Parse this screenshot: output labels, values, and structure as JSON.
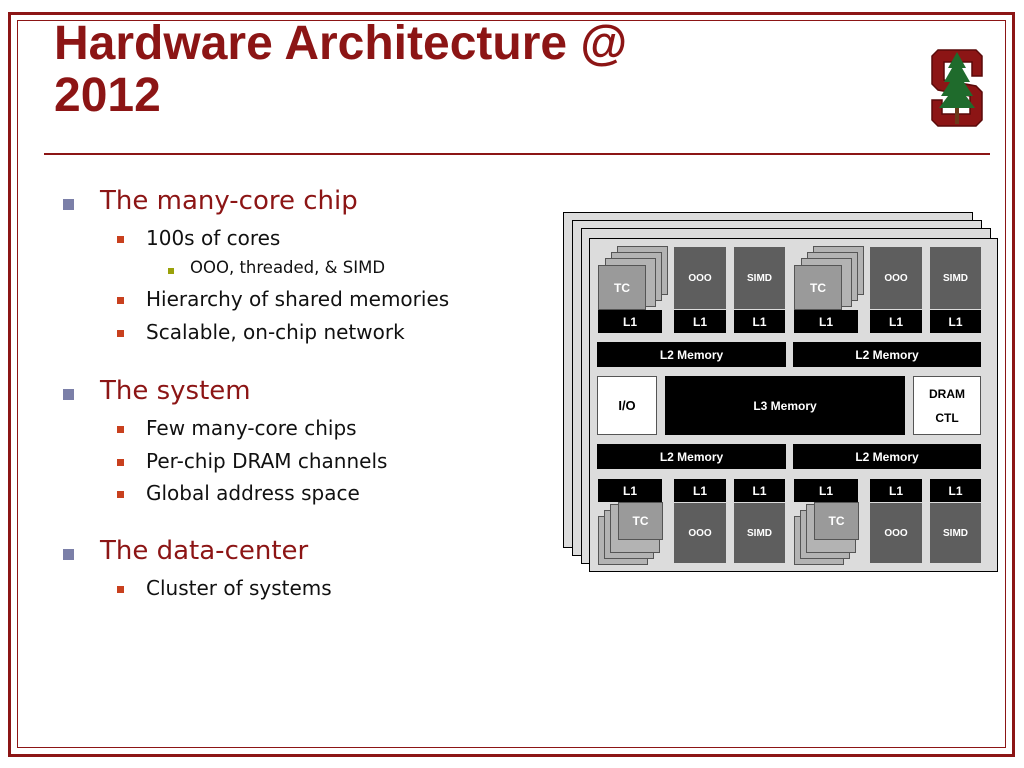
{
  "slide": {
    "title_line1": "Hardware Architecture @",
    "title_line2": "2012",
    "colors": {
      "accent": "#8c1515",
      "bullet1": "#7b7fa8",
      "bullet2": "#c8401e",
      "bullet3": "#9aa10a"
    },
    "logo_icon": "stanford-tree-logo"
  },
  "bullets": [
    {
      "text": "The many-core chip",
      "children": [
        {
          "text": "100s of cores",
          "children": [
            {
              "text": "OOO, threaded, & SIMD"
            }
          ]
        },
        {
          "text": "Hierarchy of shared memories"
        },
        {
          "text": "Scalable, on-chip network"
        }
      ]
    },
    {
      "text": "The system",
      "children": [
        {
          "text": "Few many-core chips"
        },
        {
          "text": "Per-chip DRAM channels"
        },
        {
          "text": "Global address space"
        }
      ]
    },
    {
      "text": "The data-center",
      "children": [
        {
          "text": "Cluster of systems"
        }
      ]
    }
  ],
  "diagram": {
    "tc": "TC",
    "ooo": "OOO",
    "simd": "SIMD",
    "l1": "L1",
    "l2": "L2 Memory",
    "l3": "L3 Memory",
    "io": "I/O",
    "dram_line1": "DRAM",
    "dram_line2": "CTL"
  }
}
